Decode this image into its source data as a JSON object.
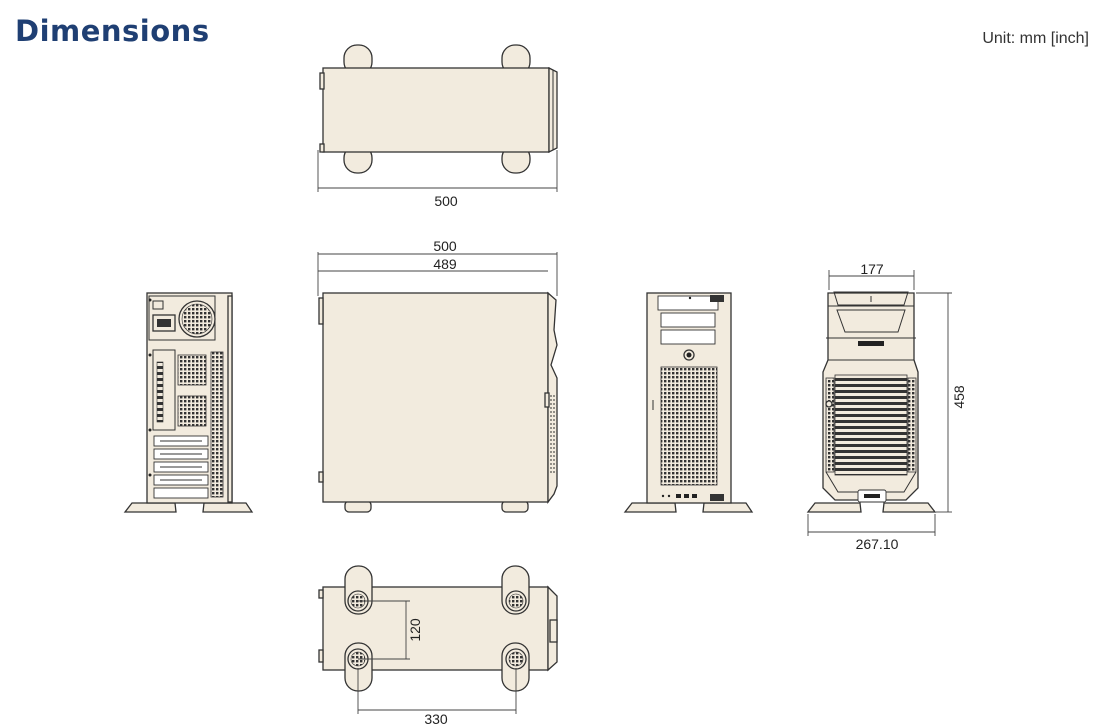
{
  "title": "Dimensions",
  "unit": "Unit: mm [inch]",
  "dimensions": {
    "top_view_length": "500",
    "side_overall_length": "500",
    "side_body_length": "489",
    "front_width": "177",
    "height": "458",
    "foot_width": "267.10",
    "bottom_foot_spacing_depth": "120",
    "bottom_foot_spacing_length": "330"
  },
  "colors": {
    "title": "#1f3f73",
    "chassis": "#f2ebde",
    "outline": "#333333"
  }
}
